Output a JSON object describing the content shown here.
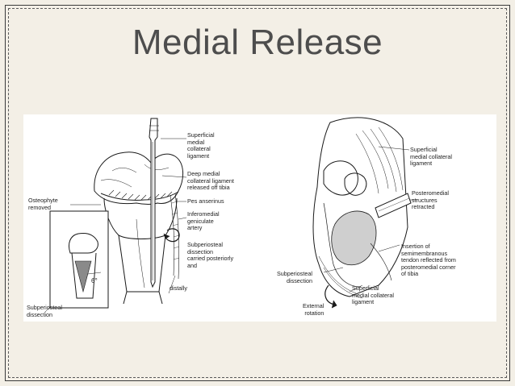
{
  "slide": {
    "title": "Medial Release"
  },
  "figure": {
    "left_panel": {
      "labels": {
        "superficial_mcl": "Superficial\nmedial\ncollateral\nligament",
        "deep_mcl": "Deep medial\ncollateral ligament\nreleased off tibia",
        "pes_anserinus": "Pes anserinus",
        "inferomedial_artery": "Inferomedial\ngeniculate\nartery",
        "subperiosteal_posterior": "Subperiosteal\ndissection\ncarried posteriorly\nand",
        "distally": "distally",
        "osteophyte_removed": "Osteophyte\nremoved",
        "angle": "6°",
        "subperiosteal_dissection": "Subperiosteal\ndissection"
      }
    },
    "right_panel": {
      "labels": {
        "superficial_mcl": "Superficial\nmedial collateral\nligament",
        "posteromedial": "Posteromedial\nstructures\nretracted",
        "semimembranosus": "Insertion of\nsemimembranous\ntendon reflected from\nposteromedial corner\nof tibia",
        "subperiosteal": "Subperiosteal\ndissection",
        "superficial_mcl_lower": "Superficial\nmedial collateral\nligament",
        "external_rotation": "External\nrotation"
      }
    }
  }
}
